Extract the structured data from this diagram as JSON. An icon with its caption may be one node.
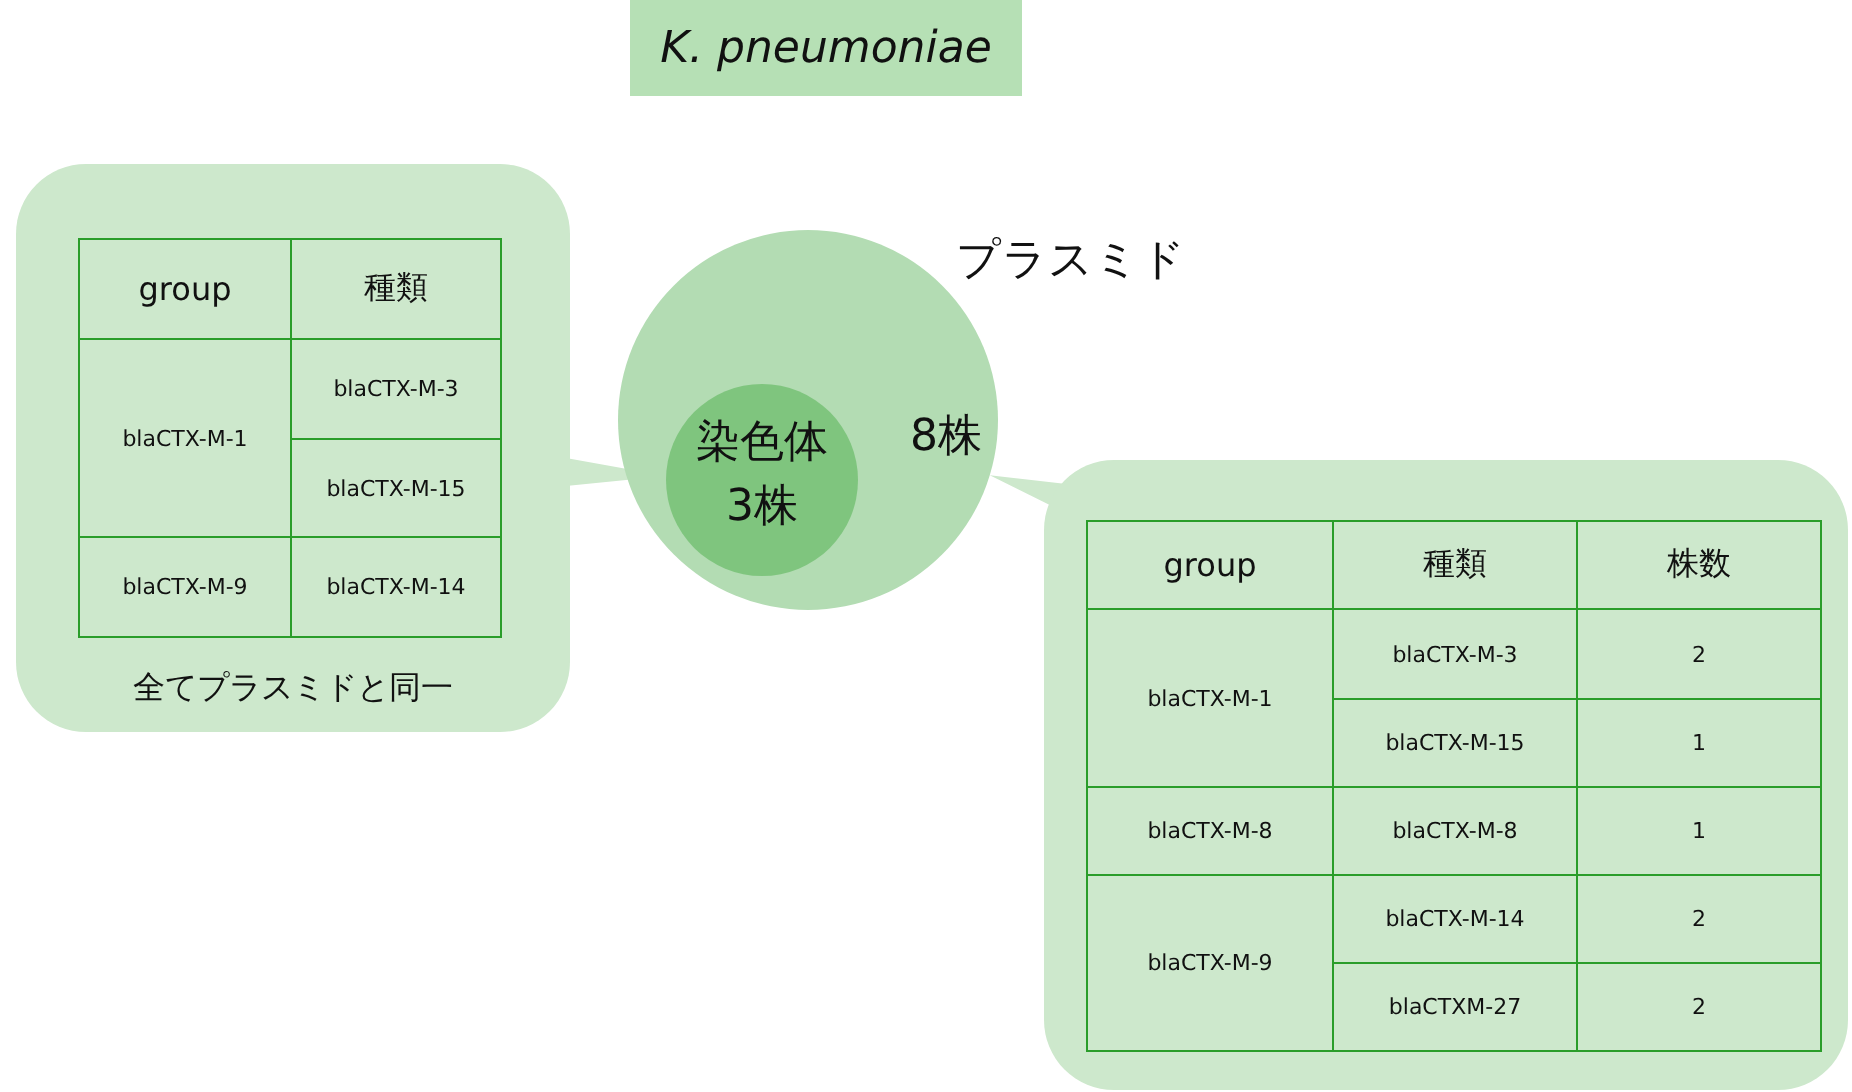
{
  "diagram": {
    "title": "K. pneumoniae",
    "nodes": [
      {
        "text": [
          "プラスミド",
          "8株"
        ]
      },
      {
        "text": [
          "染色体3株"
        ],
        "in": 0
      },
      {
        "text": [
          "全てプラスミドと同一"
        ]
      },
      {
        "text": [],
        "shape": "box"
      }
    ],
    "edges": [
      {
        "from": 2,
        "to": 1,
        "arrow": "none"
      },
      {
        "from": 3,
        "to": 0,
        "arrow": "none"
      }
    ],
    "labels": [
      "group",
      "種類",
      "blaCTX-M-1",
      "blaCTX-M-3",
      "blaCTX-M-15",
      "blaCTX-M-9",
      "blaCTX-M-14",
      "group",
      "種類",
      "株数",
      "blaCTX-M-1",
      "blaCTX-M-3",
      "2",
      "blaCTX-M-15",
      "1",
      "blaCTX-M-8",
      "blaCTX-M-8",
      "1",
      "blaCTX-M-9",
      "blaCTX-M-14",
      "2",
      "blaCTXM-27",
      "2"
    ]
  }
}
